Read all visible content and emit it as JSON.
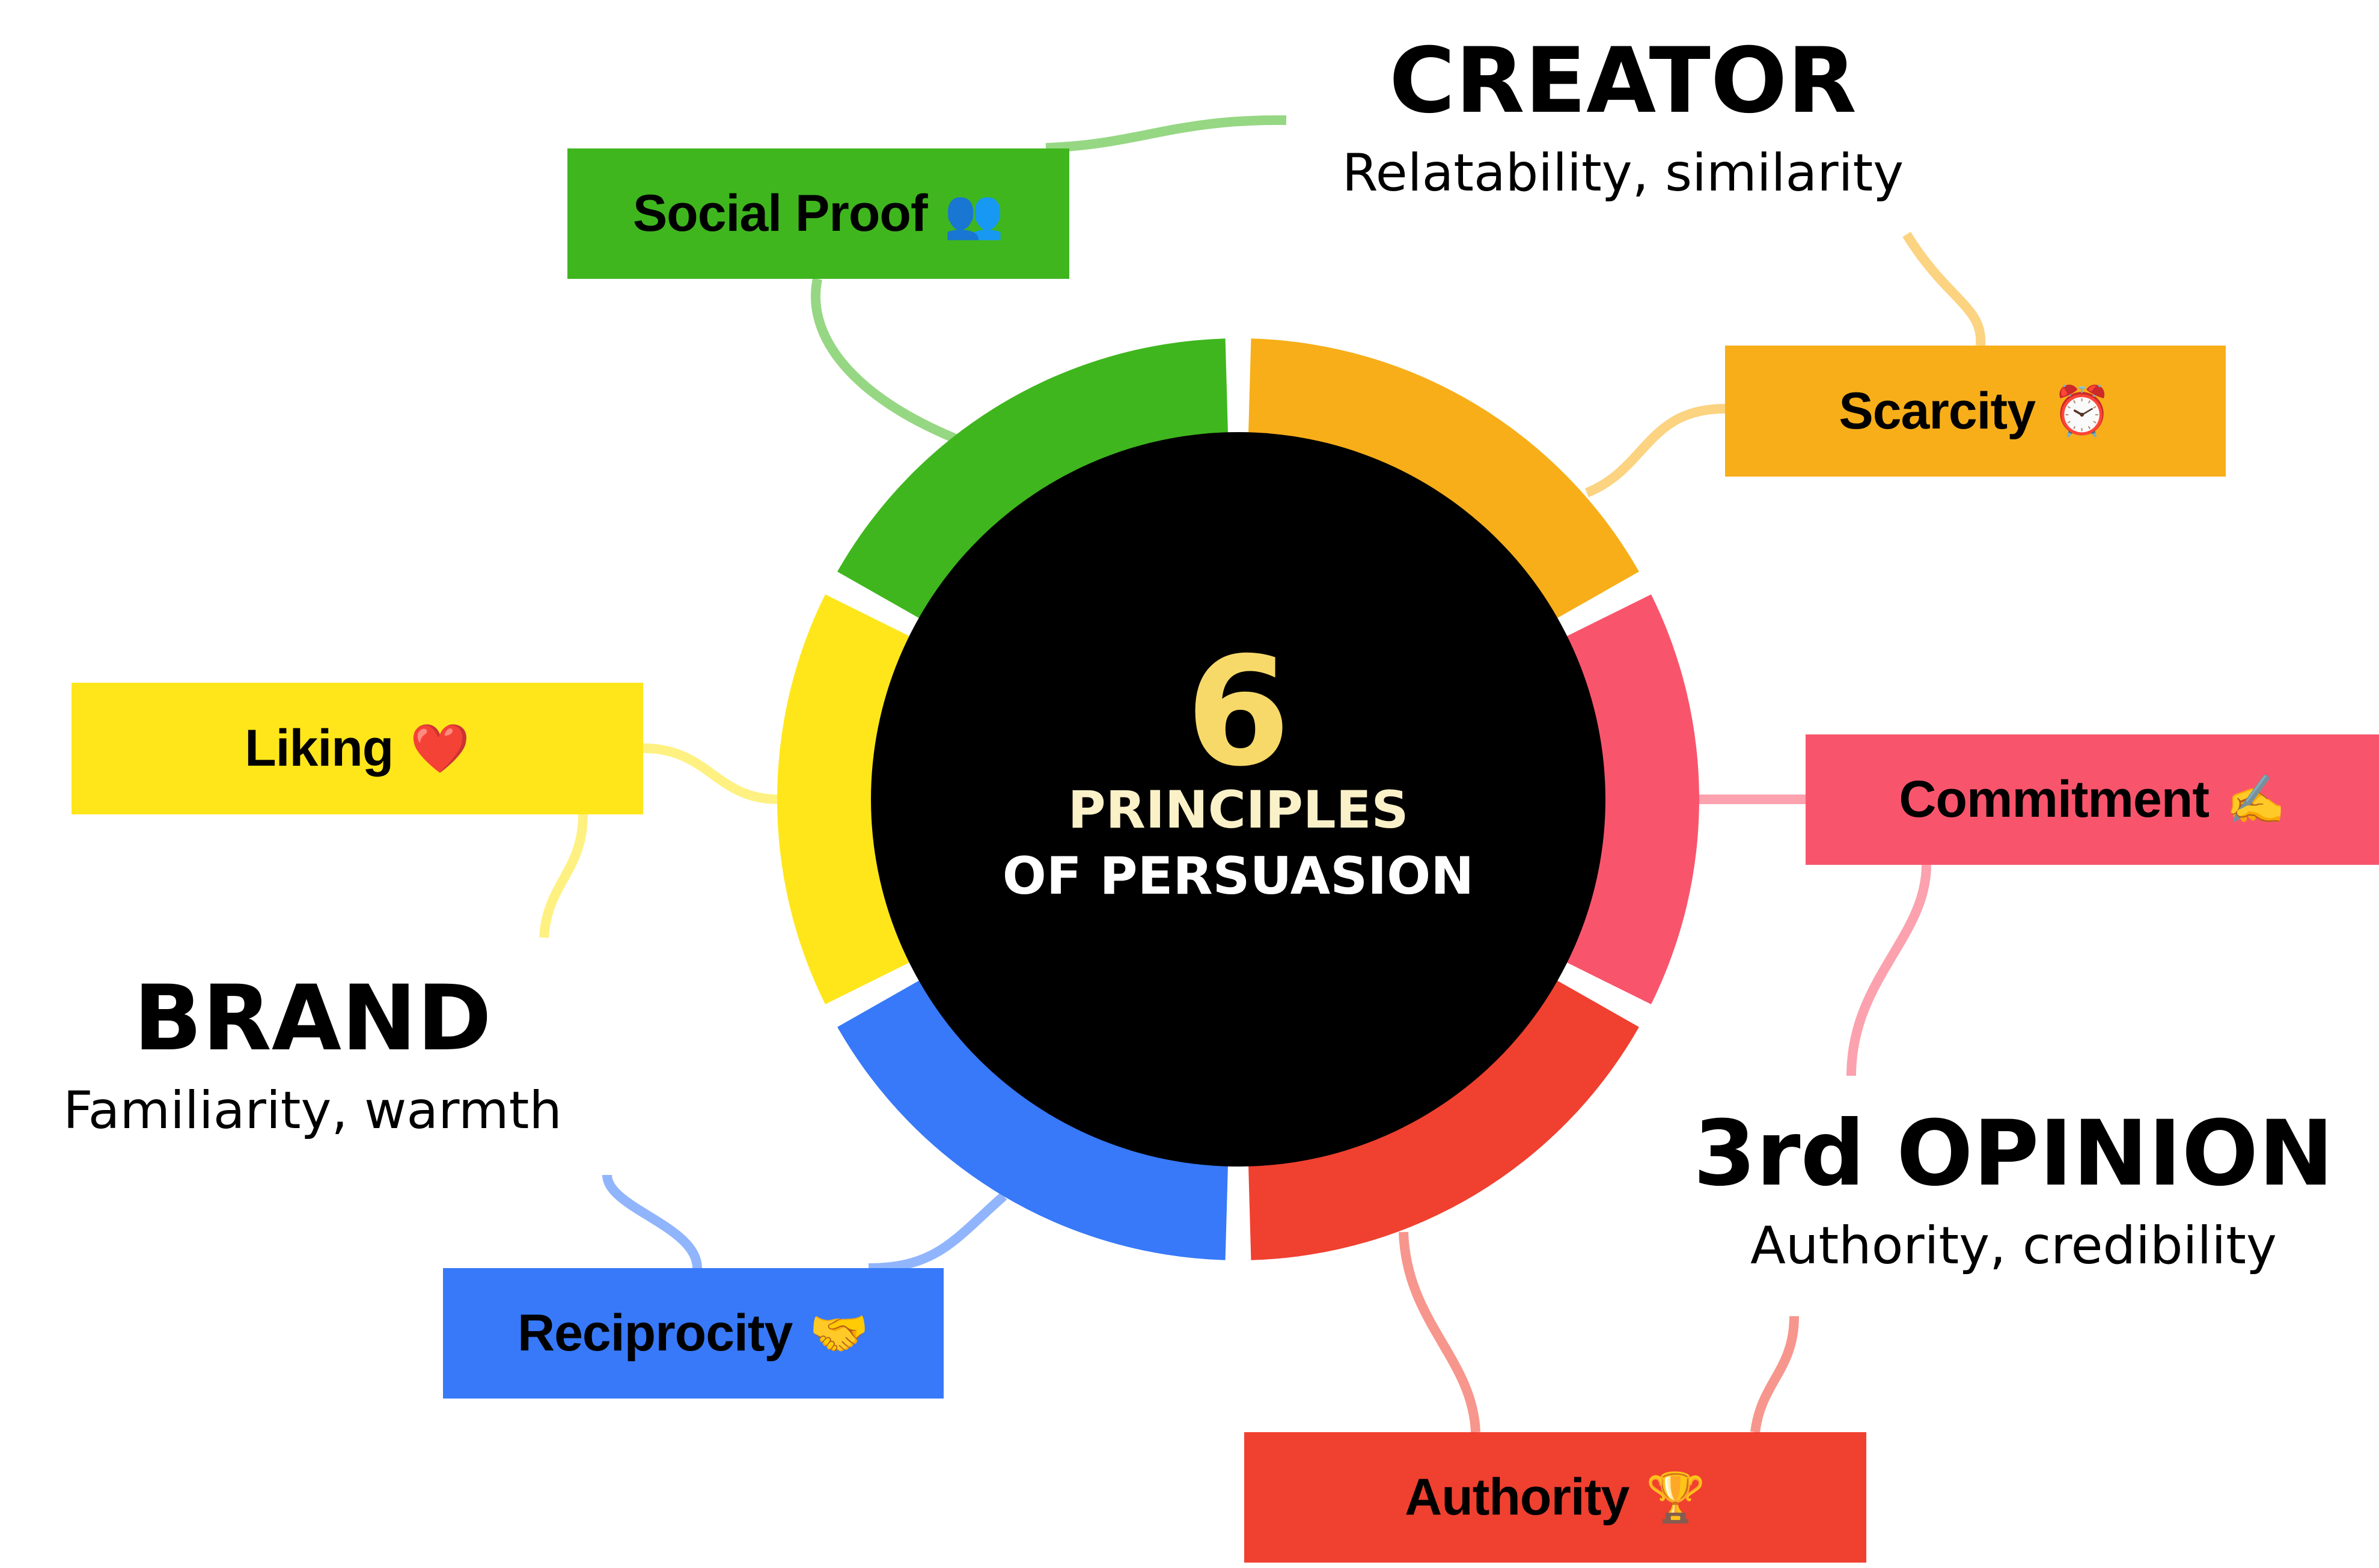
{
  "center": {
    "number": "6",
    "line1": "PRINCIPLES",
    "line2": "OF PERSUASION"
  },
  "groups": {
    "creator": {
      "title": "CREATOR",
      "subtitle": "Relatability, similarity"
    },
    "brand": {
      "title": "BRAND",
      "subtitle": "Familiarity, warmth"
    },
    "third_opinion": {
      "title": "3rd OPINION",
      "subtitle": "Authority, credibility"
    }
  },
  "principles": {
    "social_proof": {
      "label": "Social Proof",
      "emoji": "👥",
      "icon": "people-icon",
      "color": "#3fb61e"
    },
    "scarcity": {
      "label": "Scarcity",
      "emoji": "⏰",
      "icon": "alarm-clock-icon",
      "color": "#f7ae19"
    },
    "commitment": {
      "label": "Commitment",
      "emoji": "✍️",
      "icon": "writing-hand-icon",
      "color": "#f8556c"
    },
    "authority": {
      "label": "Authority",
      "emoji": "🏆",
      "icon": "trophy-icon",
      "color": "#f04030"
    },
    "reciprocity": {
      "label": "Reciprocity",
      "emoji": "🤝",
      "icon": "handshake-icon",
      "color": "#3779f9"
    },
    "liking": {
      "label": "Liking",
      "emoji": "❤️",
      "icon": "heart-icon",
      "color": "#fee61b"
    }
  }
}
